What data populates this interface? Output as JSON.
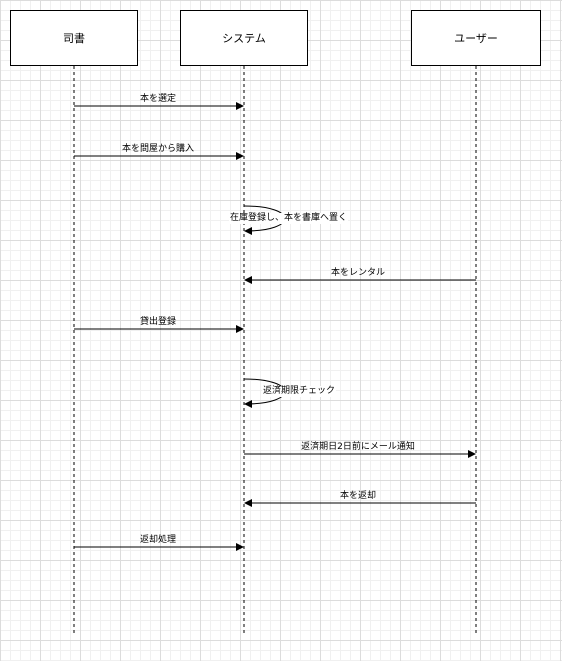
{
  "actors": {
    "librarian": "司書",
    "system": "システム",
    "user": "ユーザー"
  },
  "messages": [
    {
      "id": "m1",
      "label": "本を選定",
      "from": "librarian",
      "to": "system",
      "kind": "call"
    },
    {
      "id": "m2",
      "label": "本を問屋から購入",
      "from": "librarian",
      "to": "system",
      "kind": "call"
    },
    {
      "id": "m3",
      "label": "在庫登録し、本を書庫へ置く",
      "from": "system",
      "to": "system",
      "kind": "self"
    },
    {
      "id": "m4",
      "label": "本をレンタル",
      "from": "user",
      "to": "system",
      "kind": "call"
    },
    {
      "id": "m5",
      "label": "貸出登録",
      "from": "librarian",
      "to": "system",
      "kind": "call"
    },
    {
      "id": "m6",
      "label": "返済期限チェック",
      "from": "system",
      "to": "system",
      "kind": "self"
    },
    {
      "id": "m7",
      "label": "返済期日2日前にメール通知",
      "from": "system",
      "to": "user",
      "kind": "call"
    },
    {
      "id": "m8",
      "label": "本を返却",
      "from": "user",
      "to": "system",
      "kind": "call"
    },
    {
      "id": "m9",
      "label": "返却処理",
      "from": "librarian",
      "to": "system",
      "kind": "call"
    }
  ],
  "colors": {
    "line": "#000000",
    "grid_major": "#dcdcdc",
    "grid_minor": "#f0f0f0"
  }
}
